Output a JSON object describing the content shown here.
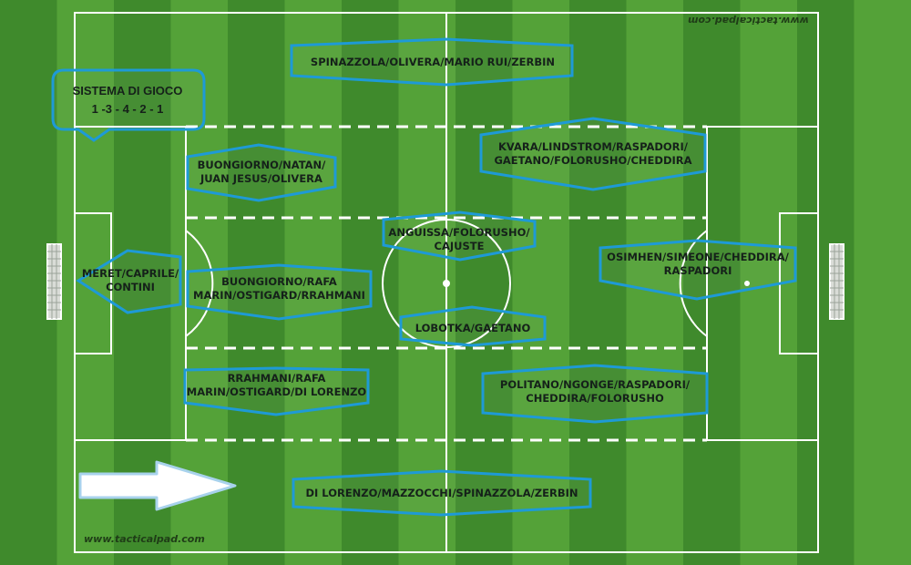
{
  "watermark_top": "www.tacticalpad.com",
  "watermark_bottom": "www.tacticalpad.com",
  "system": {
    "title": "SISTEMA DI GIOCO",
    "value": "1 -3 - 4 - 2 - 1"
  },
  "colors": {
    "outline": "#1e9ad6",
    "pitch_dark": "#3f8a2c",
    "pitch_light": "#54a238",
    "lines": "#ffffff"
  },
  "labels": {
    "goalkeeper": "MERET/CAPRILE/\nCONTINI",
    "left_wing_top": "SPINAZZOLA/OLIVERA/MARIO RUI/ZERBIN",
    "cb_left": "BUONGIORNO/NATAN/\nJUAN JESUS/OLIVERA",
    "cb_center": "BUONGIORNO/RAFA\nMARIN/OSTIGARD/RRAHMANI",
    "cb_right": "RRAHMANI/RAFA\nMARIN/OSTIGARD/DI LORENZO",
    "mid_top": "ANGUISSA/FOLORUSHO/\nCAJUSTE",
    "mid_bottom": "LOBOTKA/GAETANO",
    "att_left": "KVARA/LINDSTROM/RASPADORI/\nGAETANO/FOLORUSHO/CHEDDIRA",
    "striker": "OSIMHEN/SIMEONE/CHEDDIRA/\nRASPADORI",
    "att_right": "POLITANO/NGONGE/RASPADORI/\nCHEDDIRA/FOLORUSHO",
    "right_wing_bottom": "DI LORENZO/MAZZOCCHI/SPINAZZOLA/ZERBIN"
  }
}
